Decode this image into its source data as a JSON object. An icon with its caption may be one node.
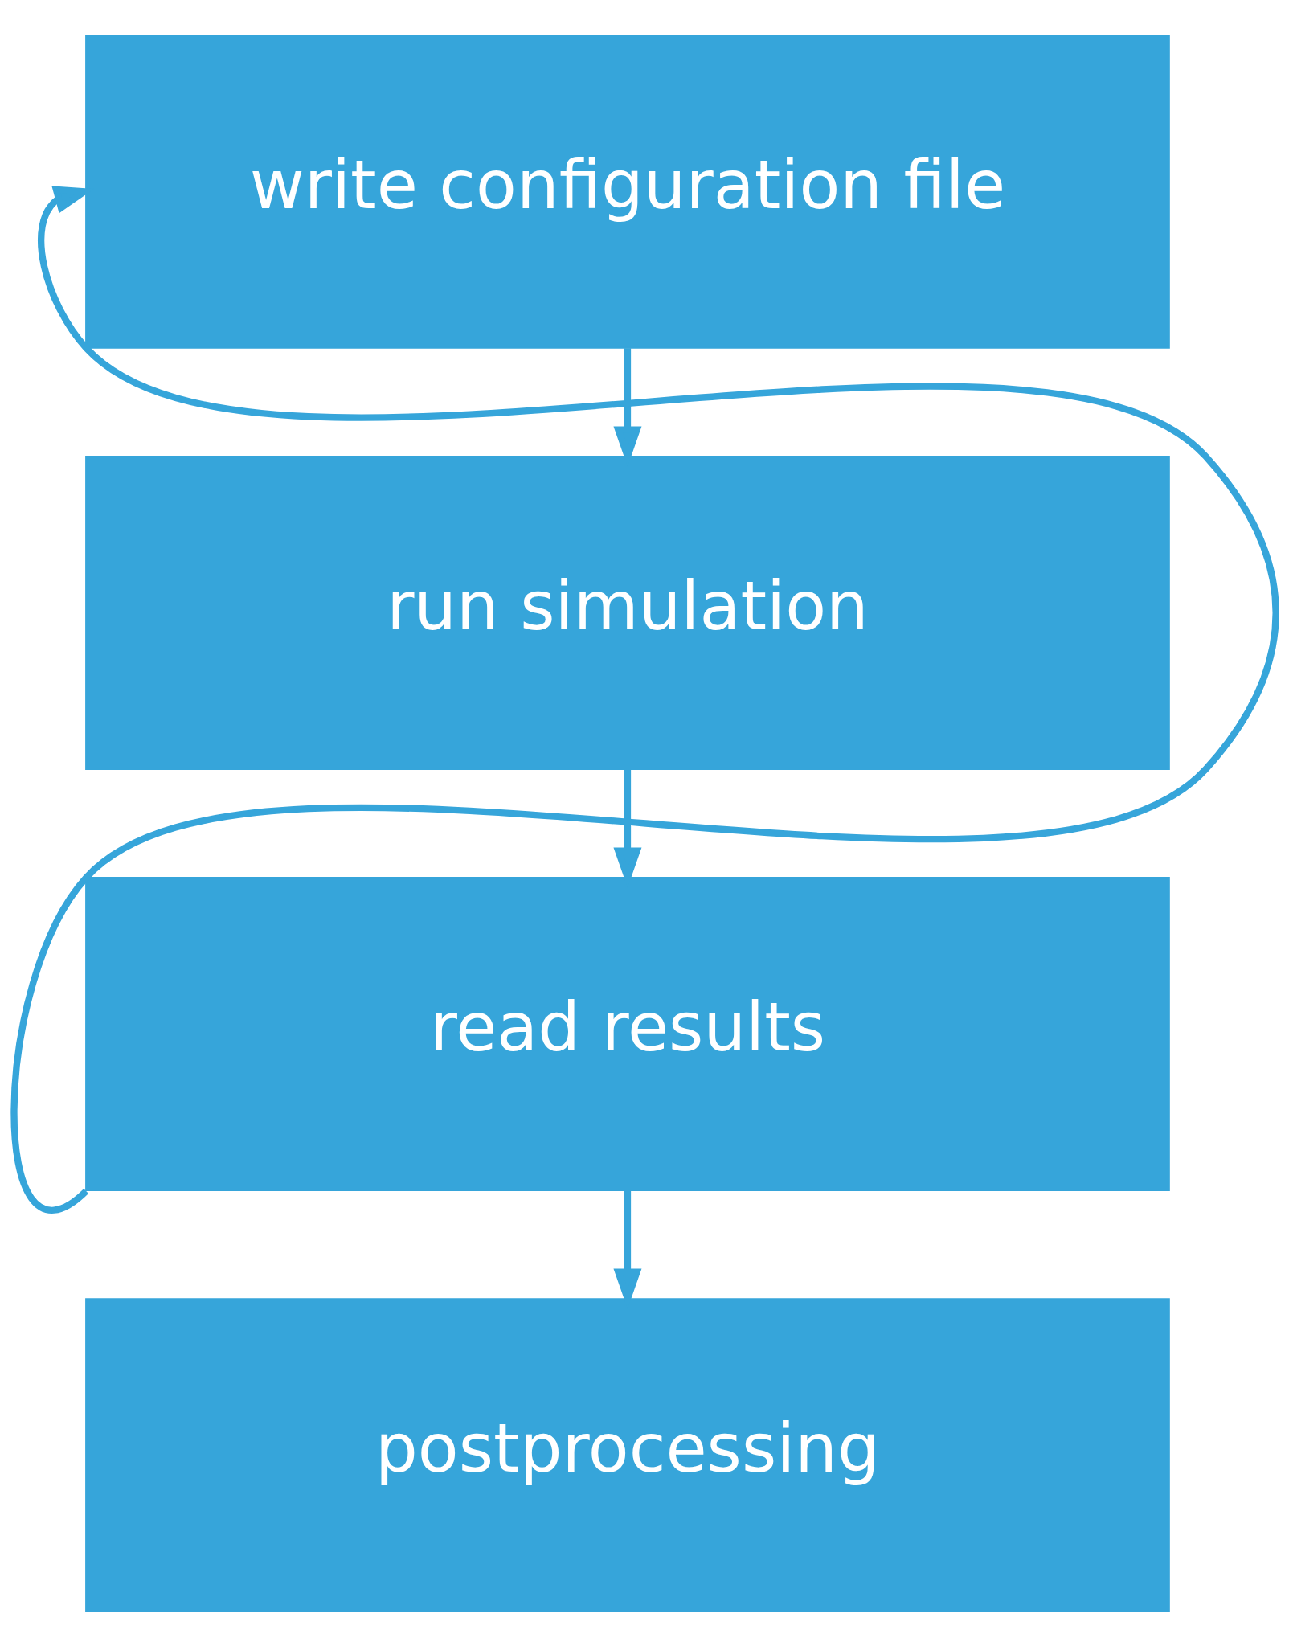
{
  "diagram": {
    "nodes": [
      {
        "text": [
          "write configuration file"
        ]
      },
      {
        "text": [
          "run simulation"
        ]
      },
      {
        "text": [
          "read results"
        ]
      },
      {
        "text": [
          "postprocessing"
        ]
      }
    ],
    "edges": [
      {
        "from": 0,
        "to": 1,
        "arrow": "to"
      },
      {
        "from": 1,
        "to": 2,
        "arrow": "to"
      },
      {
        "from": 2,
        "to": 3,
        "arrow": "to"
      },
      {
        "from": 2,
        "to": 0,
        "arrow": "to"
      }
    ]
  }
}
